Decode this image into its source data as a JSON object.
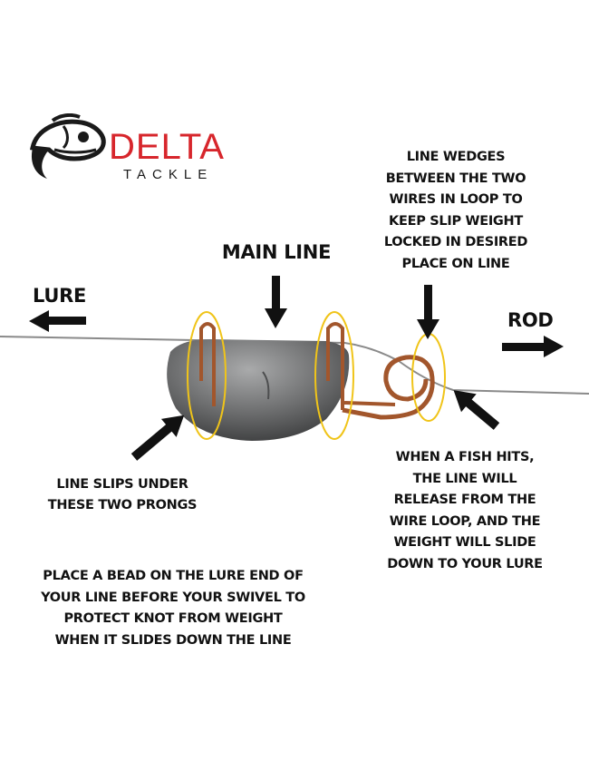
{
  "brand": {
    "name": "DELTA",
    "sub": "TACKLE",
    "colors": {
      "red": "#d7262c",
      "black": "#1a1a1a"
    }
  },
  "labels": {
    "main_line": "MAIN LINE",
    "lure": "LURE",
    "rod": "ROD",
    "wedge_note": "LINE WEDGES\nBETWEEN THE TWO\nWIRES IN LOOP TO\nKEEP SLIP WEIGHT\nLOCKED IN DESIRED\nPLACE ON LINE",
    "prongs_note": "LINE SLIPS UNDER\nTHESE TWO PRONGS",
    "release_note": "WHEN A FISH HITS,\nTHE LINE WILL\nRELEASE FROM THE\nWIRE LOOP, AND THE\nWEIGHT WILL SLIDE\nDOWN TO YOUR LURE",
    "bead_note": "PLACE A BEAD ON THE LURE END OF\nYOUR LINE BEFORE YOUR SWIVEL TO\nPROTECT KNOT FROM WEIGHT\nWHEN IT SLIDES DOWN THE LINE"
  },
  "colors": {
    "highlight_ring": "#f0c419",
    "wire": "#a2562c",
    "weight": "#6e6f70",
    "line": "#8a8a8a",
    "arrow": "#111111"
  }
}
